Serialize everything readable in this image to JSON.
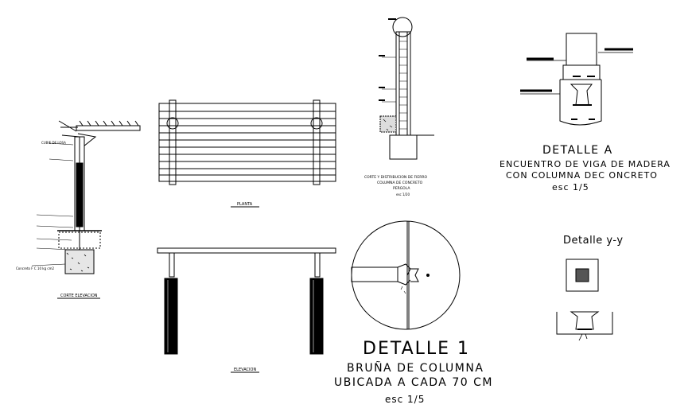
{
  "texts": {
    "detalle_a": "DETALLE A",
    "detalle_a_sub1": "ENCUENTRO DE VIGA DE MADERA",
    "detalle_a_sub2": "CON COLUMNA DEC ONCRETO",
    "detalle_a_scale": "esc 1/5",
    "detalle_yy": "Detalle y-y",
    "detalle_1": "DETALLE 1",
    "detalle_1_sub1": "BRUÑA DE COLUMNA",
    "detalle_1_sub2": "UBICADA A CADA 70 CM",
    "detalle_1_scale": "esc 1/5",
    "corte_elevacion": "CORTE ELEVACION",
    "planta": "PLANTA",
    "elevacion": "ELEVACION",
    "corte_distribucion_1": "CORTE Y DISTRIBUCION DE FIERRO",
    "corte_distribucion_2": "COLUMNA DE CONCRETO",
    "corte_distribucion_3": "PERGOLA",
    "corte_distribucion_4": "esc 1/20",
    "leader_1": "CUBIE DE LOSA",
    "leader_2": "Concreto F C 10 kg cm2"
  }
}
